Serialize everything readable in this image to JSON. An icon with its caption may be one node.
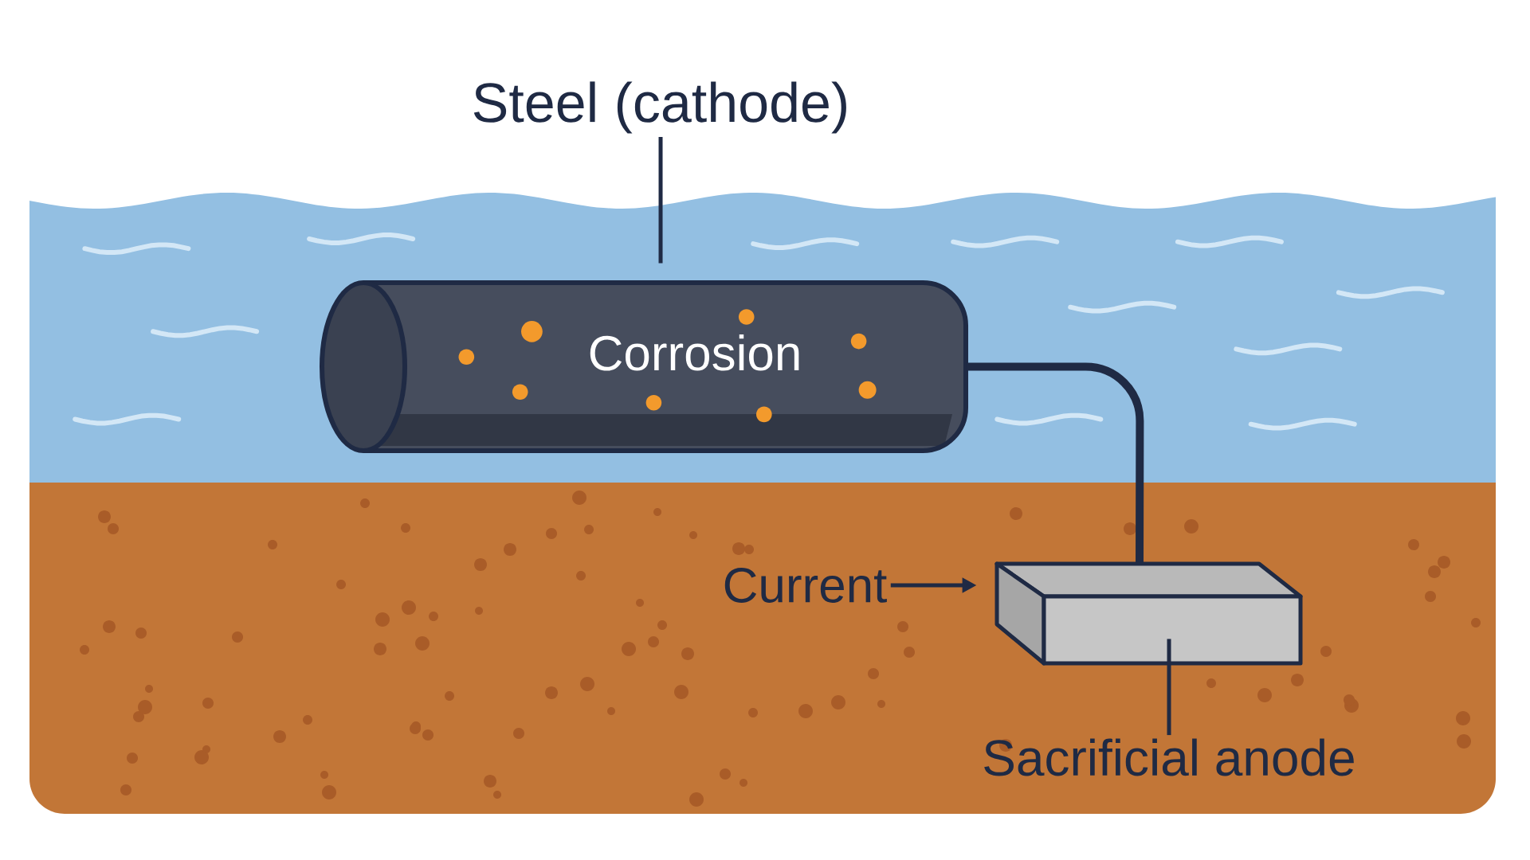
{
  "diagram": {
    "nodes": [
      {
        "text": [
          "Steel (cathode)"
        ]
      },
      {
        "text": [
          "Corrosion"
        ]
      },
      {
        "text": [
          "Current"
        ]
      },
      {
        "text": [],
        "shape": "box"
      },
      {
        "text": [
          "Sacrificial anode"
        ]
      }
    ],
    "edges": [
      {
        "from": 0,
        "to": 1,
        "arrow": "none"
      },
      {
        "from": 1,
        "to": 3,
        "arrow": "none",
        "style": "thick"
      },
      {
        "from": 2,
        "to": 3,
        "arrow": "to"
      },
      {
        "from": 4,
        "to": 3,
        "arrow": "none"
      }
    ]
  }
}
